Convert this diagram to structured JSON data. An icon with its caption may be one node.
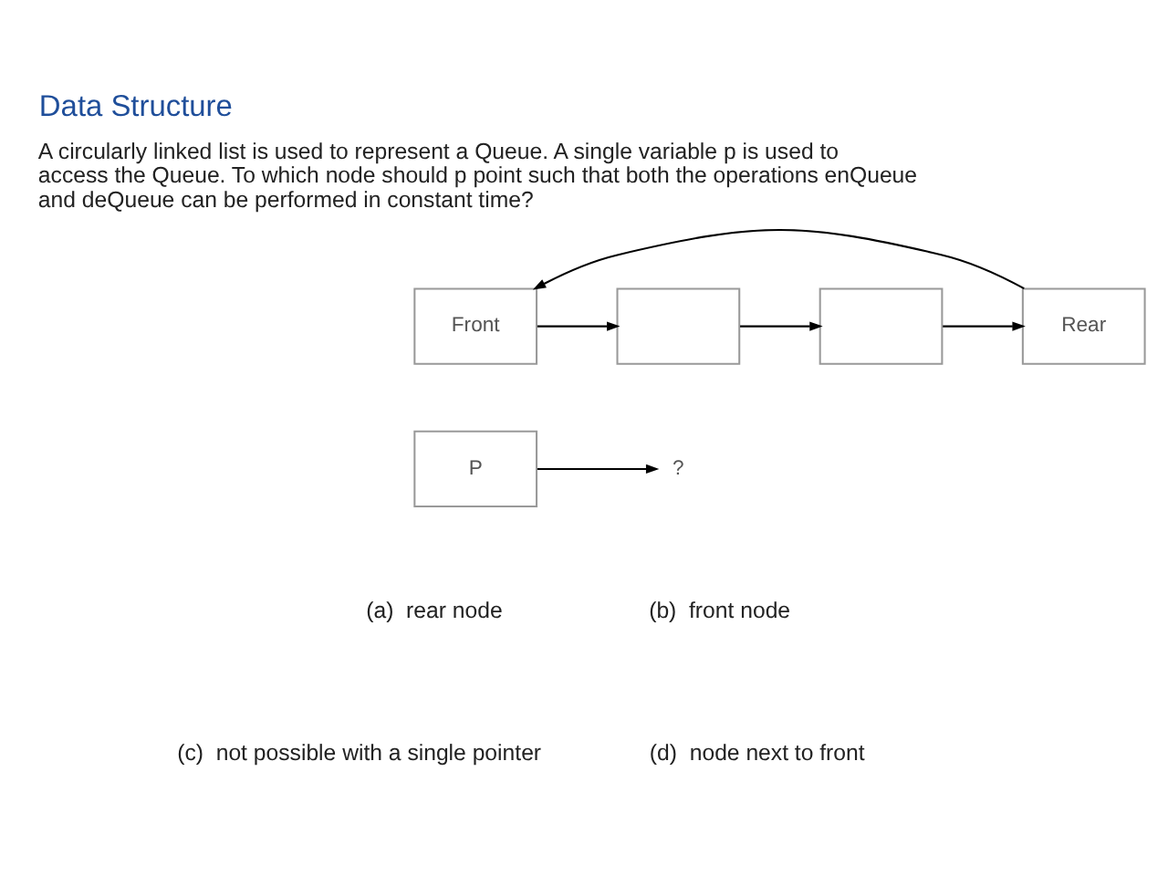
{
  "diagram": {
    "title": "Data Structure",
    "nodes": [
      {
        "text": [
          "Front"
        ]
      },
      {
        "text": [],
        "shape": "box"
      },
      {
        "text": [],
        "shape": "box"
      },
      {
        "text": [
          "Rear"
        ]
      },
      {
        "text": [
          "P"
        ]
      },
      {
        "text": [
          "?"
        ]
      }
    ],
    "edges": [
      {
        "from": 0,
        "to": 1,
        "arrow": "to"
      },
      {
        "from": 1,
        "to": 2,
        "arrow": "to"
      },
      {
        "from": 2,
        "to": 3,
        "arrow": "to"
      },
      {
        "from": 3,
        "to": 0,
        "arrow": "to"
      },
      {
        "from": 4,
        "to": 5,
        "arrow": "to"
      }
    ],
    "labels": [
      "A circularly linked list is used to represent a Queue. A single variable p is used to access the Queue. To which node should p point such that both the operations enQueue and deQueue can be performed in constant time?",
      "(a)  rear node",
      "(b)  front node",
      "(c)  not possible with a single pointer",
      "(d)  node next to front"
    ]
  }
}
